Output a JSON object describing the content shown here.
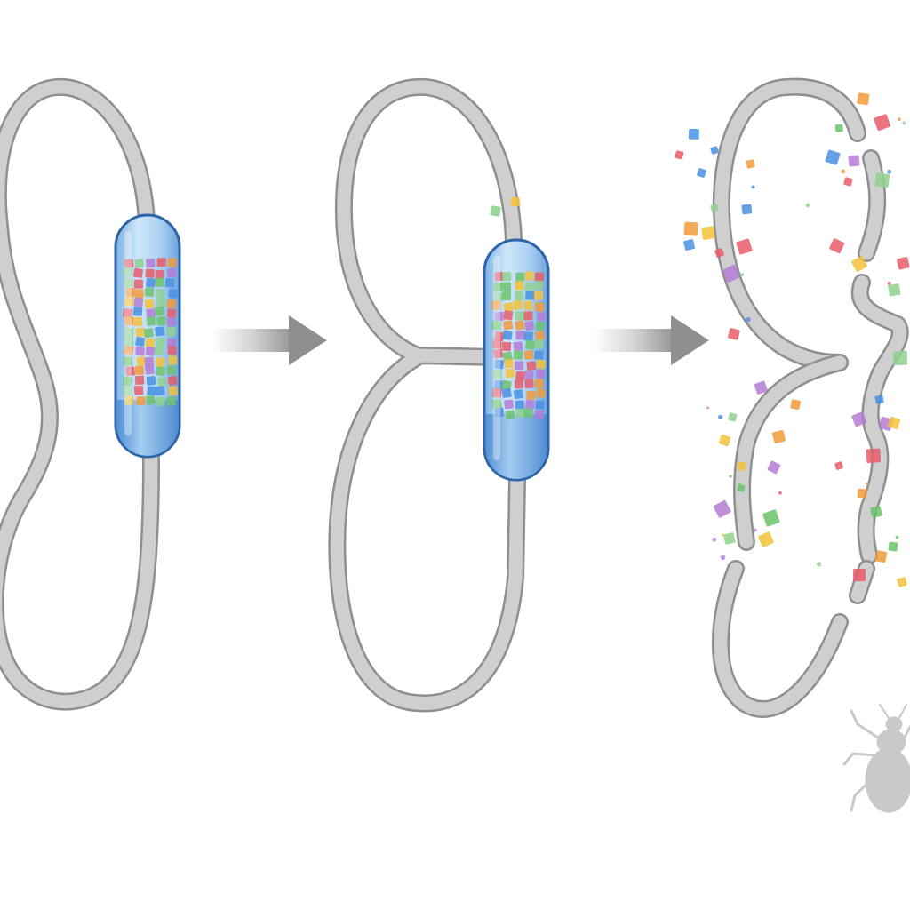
{
  "diagram": {
    "stages": [
      {
        "id": "stage-1",
        "state": "intact-loop-with-capsule"
      },
      {
        "id": "stage-2",
        "state": "twisted-loop-with-capsule"
      },
      {
        "id": "stage-3",
        "state": "fragmented-loop-releasing-particles"
      }
    ],
    "arrows": [
      {
        "from": "stage-1",
        "to": "stage-2"
      },
      {
        "from": "stage-2",
        "to": "stage-3"
      }
    ],
    "colors": {
      "tube": "#cfcfcf",
      "tube_outline": "#8f8f8f",
      "capsule_fill": "#a9d0f2",
      "capsule_outline": "#2e64a8",
      "arrow": "#9a9a9a",
      "insect": "#c9c9c9",
      "particle_palette": [
        "#6cc36c",
        "#e85c6a",
        "#f2c23a",
        "#f29a3a",
        "#4a90e2",
        "#b57bd6",
        "#8fd18f"
      ]
    },
    "icons": [
      "capsule-icon",
      "arrow-right-icon",
      "insect-icon"
    ]
  }
}
